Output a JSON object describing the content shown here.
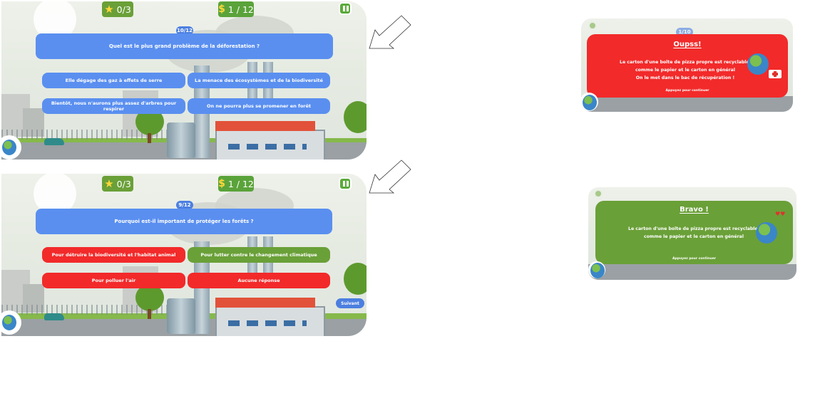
{
  "screen1": {
    "stars": "0/3",
    "money": "1 / 12",
    "counter": "10/12",
    "question": "Quel est le plus grand problème de la déforestation ?",
    "answers": [
      "Elle dégage des gaz à effets de serre",
      "La menace des écosystèmes et de la biodiversité",
      "Bientôt, nous n'aurons plus assez d'arbres pour respirer",
      "On ne pourra plus se promener en forêt"
    ]
  },
  "screen2": {
    "stars": "0/3",
    "money": "1 / 12",
    "counter": "9/12",
    "question": "Pourquoi est-il important de protéger les forêts ?",
    "answers": [
      "Pour détruire la biodiversité et l'habitat animal",
      "Pour lutter contre le changement climatique",
      "Pour  polluer l'air",
      "Aucune réponse"
    ],
    "answer_states": [
      "wrong",
      "correct",
      "wrong",
      "wrong"
    ],
    "next_label": "Suivant"
  },
  "oops": {
    "counter": "1/10",
    "title": "Oupss!",
    "lines": [
      "Le carton d'une boîte de pizza propre est recyclable,",
      "comme le papier et le carton en général",
      "On le met dans le bac de récupération !"
    ],
    "hint": "Appuyez pour continuer"
  },
  "bravo": {
    "title": "Bravo !",
    "lines": [
      "Le carton d'une boîte de pizza propre est recyclable,",
      "comme le papier et le carton en général"
    ],
    "hint": "Appuyez pour continuer"
  },
  "colors": {
    "blue": "#5a8ff0",
    "red": "#f22a2a",
    "green": "#6aa038",
    "star": "#ffd83a"
  },
  "icons": [
    "star-icon",
    "dollar-icon",
    "pause-icon",
    "earth-mascot-icon",
    "arrow-icon",
    "first-aid-kit-icon",
    "hearts-icon",
    "settings-icon"
  ]
}
